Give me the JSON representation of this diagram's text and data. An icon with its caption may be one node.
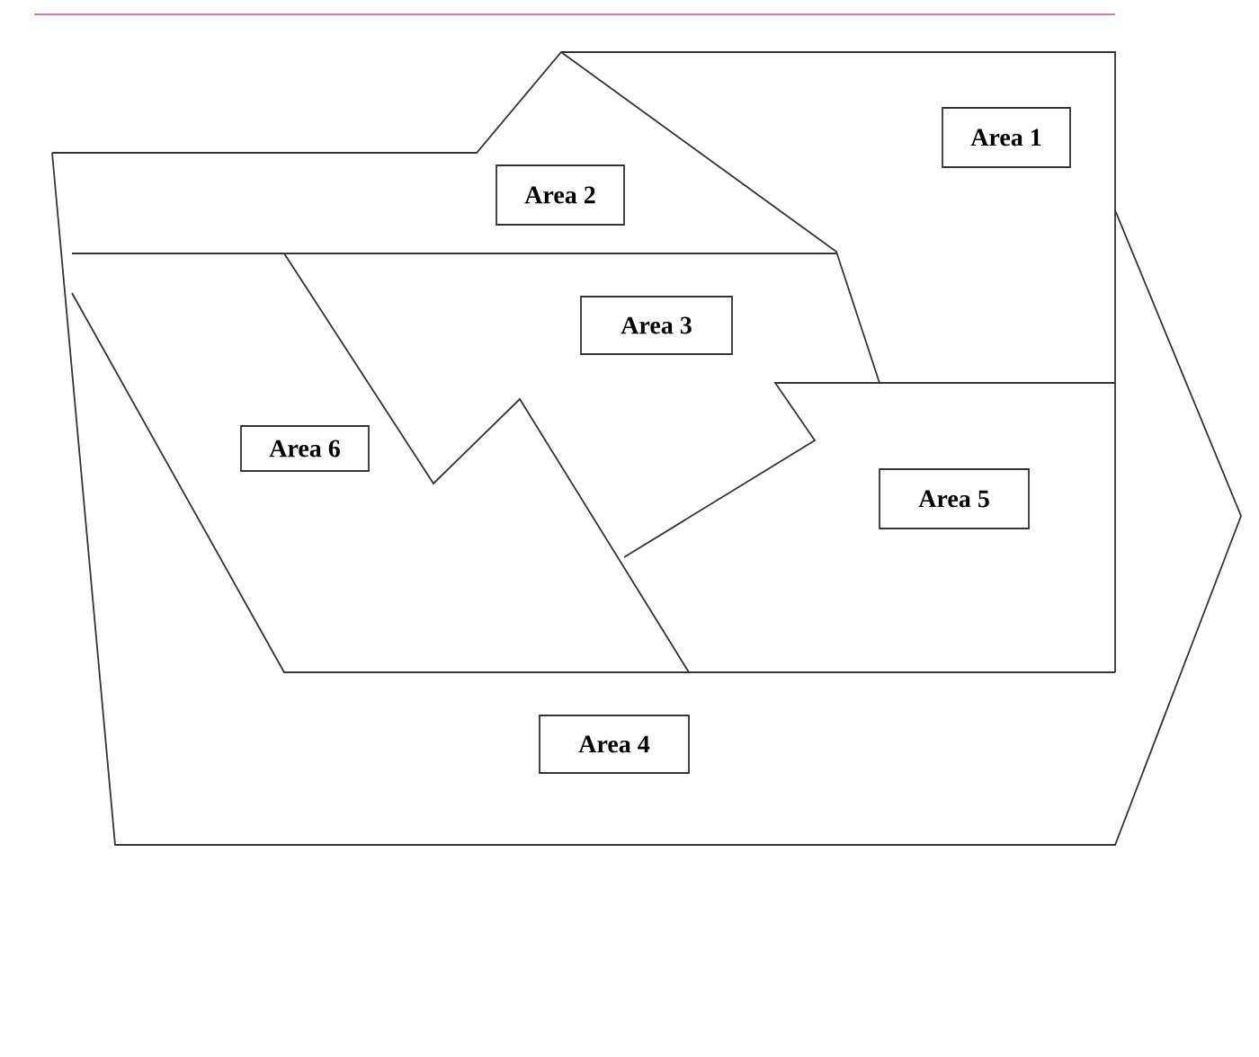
{
  "diagram": {
    "nodes": [
      {
        "text": [
          "Area 1"
        ]
      },
      {
        "text": [
          "Area 2"
        ]
      },
      {
        "text": [
          "Area 3"
        ]
      },
      {
        "text": [
          "Area 6"
        ]
      },
      {
        "text": [
          "Area 5"
        ]
      },
      {
        "text": [
          "Area 4"
        ]
      }
    ]
  }
}
